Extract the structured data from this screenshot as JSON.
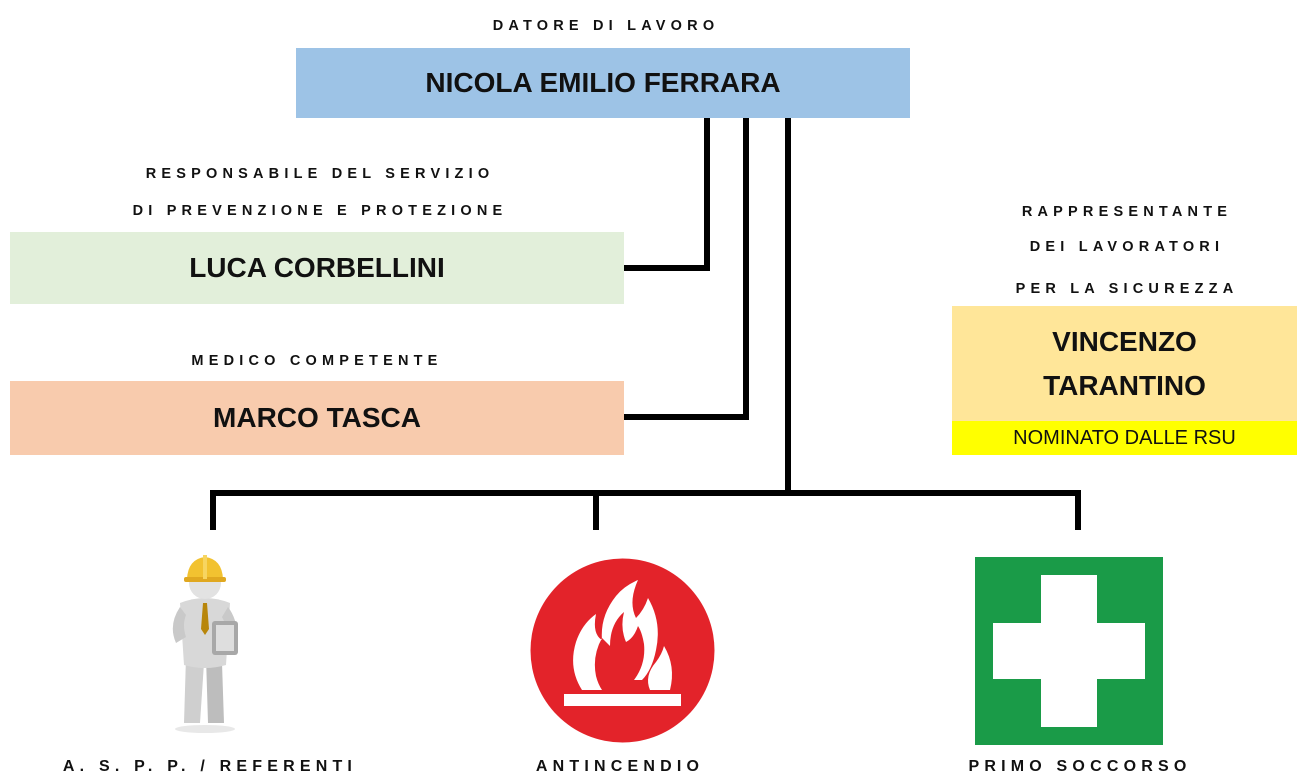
{
  "datore": {
    "label": "DATORE DI LAVORO",
    "name": "NICOLA EMILIO FERRARA"
  },
  "rspp": {
    "label_line1": "RESPONSABILE DEL SERVIZIO",
    "label_line2": "DI PREVENZIONE E PROTEZIONE",
    "name": "LUCA CORBELLINI"
  },
  "medico": {
    "label": "MEDICO COMPETENTE",
    "name": "MARCO TASCA"
  },
  "rls": {
    "label_line1": "RAPPRESENTANTE",
    "label_line2": "DEI LAVORATORI",
    "label_line3": "PER LA SICUREZZA",
    "name_line1": "VINCENZO",
    "name_line2": "TARANTINO",
    "note": "NOMINATO DALLE RSU"
  },
  "branches": [
    {
      "label": "A. S. P. P. / REFERENTI",
      "icon": "worker-helmet-icon"
    },
    {
      "label": "ANTINCENDIO",
      "icon": "fire-icon"
    },
    {
      "label": "PRIMO SOCCORSO",
      "icon": "first-aid-cross-icon"
    }
  ],
  "colors": {
    "datore_box": "#9dc3e6",
    "rspp_box": "#e2efda",
    "medico_box": "#f8cbad",
    "rls_box": "#ffe699",
    "rls_note": "#ffff00",
    "fire_red": "#e3232a",
    "first_aid_green": "#1a9b48"
  }
}
